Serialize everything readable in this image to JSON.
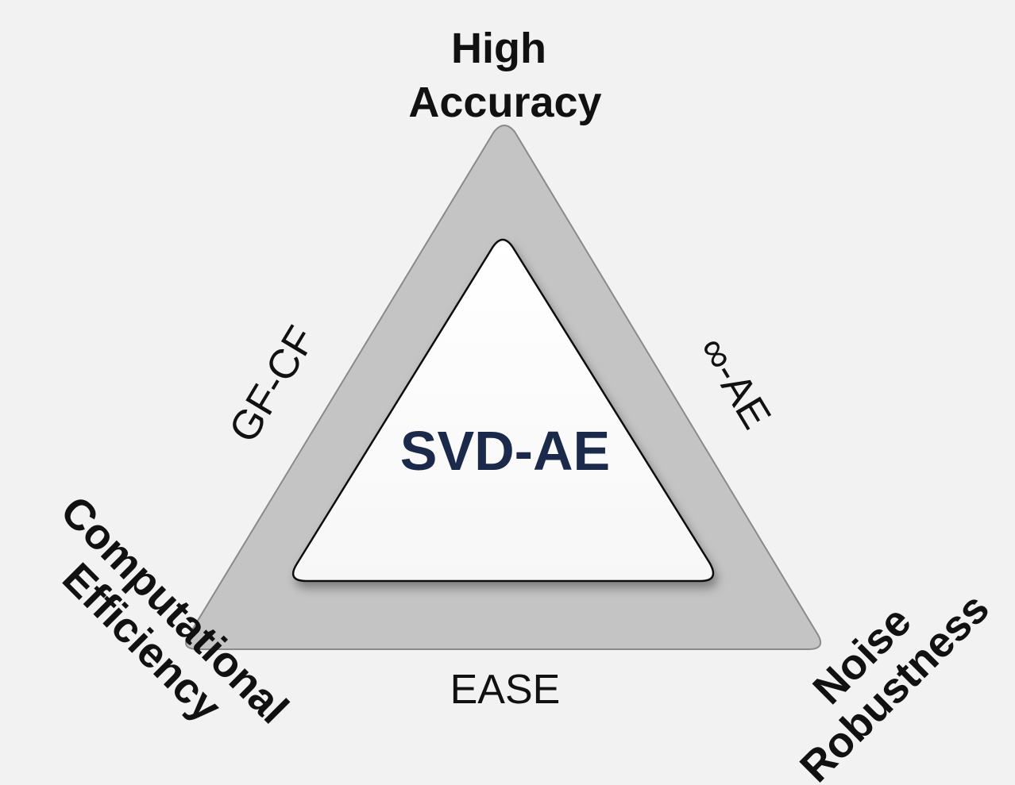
{
  "corners": {
    "top": {
      "line1": "High",
      "line2": "Accuracy"
    },
    "bottom_left": {
      "line1": "Computational",
      "line2": "Efficiency"
    },
    "bottom_right": {
      "line1": "Noise",
      "line2": "Robustness"
    }
  },
  "edges": {
    "left": "GF-CF",
    "right": "∞-AE",
    "bottom": "EASE"
  },
  "center": "SVD-AE",
  "colors": {
    "background": "#f2f2f2",
    "outer_triangle": "#c4c4c4",
    "inner_triangle": "#ffffff",
    "center_text": "#1b2a4a"
  }
}
